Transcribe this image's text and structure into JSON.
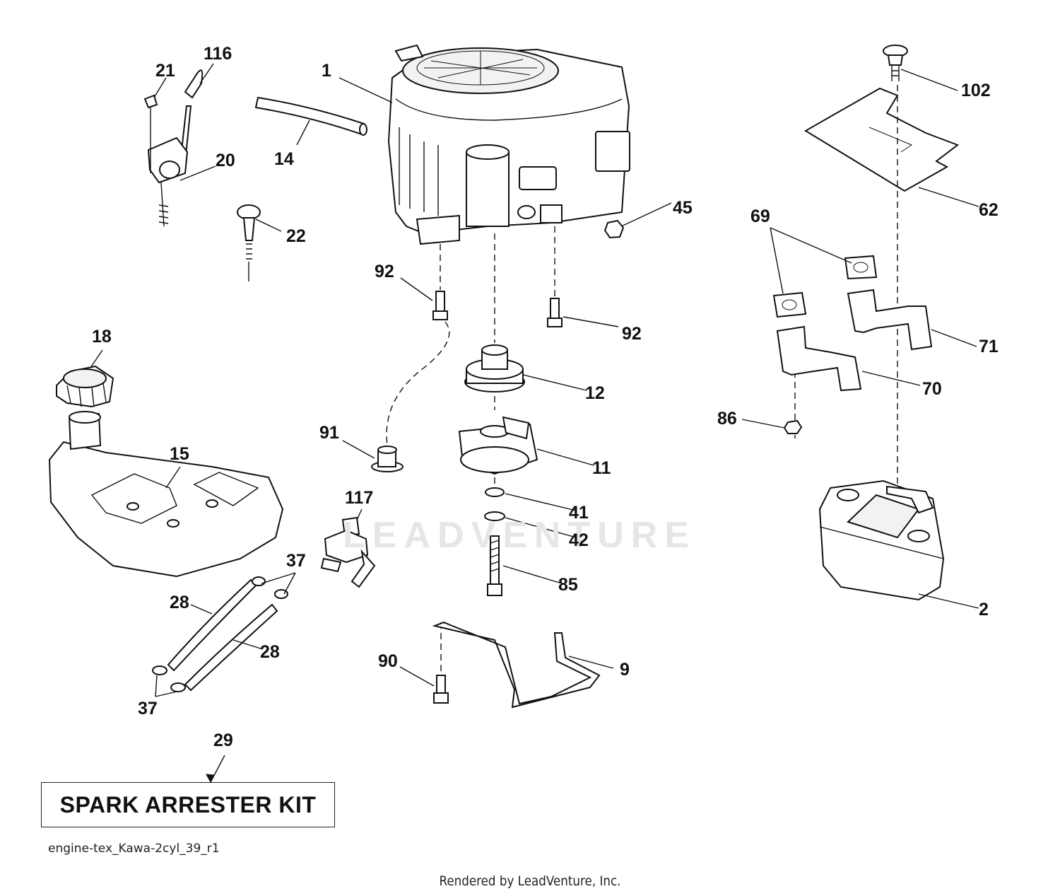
{
  "diagram": {
    "callouts": [
      "1",
      "2",
      "9",
      "11",
      "12",
      "14",
      "15",
      "18",
      "20",
      "21",
      "22",
      "28",
      "28",
      "29",
      "37",
      "37",
      "41",
      "42",
      "45",
      "62",
      "69",
      "70",
      "71",
      "85",
      "86",
      "90",
      "91",
      "92",
      "92",
      "102",
      "116",
      "117"
    ],
    "kit_label": "SPARK ARRESTER KIT",
    "drawing_id": "engine-tex_Kawa-2cyl_39_r1",
    "credit": "Rendered by LeadVenture, Inc.",
    "watermark": "LEADVENTURE"
  }
}
